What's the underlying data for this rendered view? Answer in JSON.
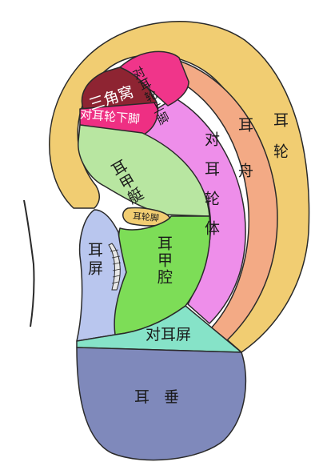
{
  "regions": {
    "helix": {
      "label": "耳轮",
      "color": "#f1cd72"
    },
    "scapha": {
      "label": "耳舟",
      "color": "#f3aa85"
    },
    "antihelix_body": {
      "label": "对耳轮体",
      "color": "#ee8eea"
    },
    "superior_crus": {
      "label": "对耳轮上脚",
      "color": "#f0358a"
    },
    "inferior_crus": {
      "label": "对耳轮下脚",
      "color": "#ee2f83"
    },
    "triangular_fossa": {
      "label": "三角窝",
      "color": "#8e2432"
    },
    "cymba_conchae": {
      "label": "耳甲艇",
      "color": "#b8e6a1"
    },
    "helix_crus": {
      "label": "耳轮脚",
      "color": "#f1cd72"
    },
    "cavum_conchae": {
      "label": "耳甲腔",
      "color": "#7ddd57"
    },
    "tragus": {
      "label": "耳屏",
      "color": "#b9c6ee"
    },
    "antitragus": {
      "label": "对耳屏",
      "color": "#86e3c8"
    },
    "lobule": {
      "label": "耳垂",
      "color": "#7f89bb"
    }
  }
}
